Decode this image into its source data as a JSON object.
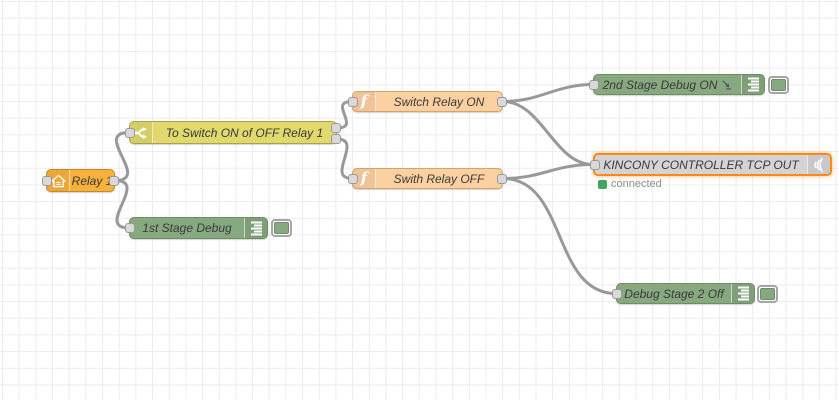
{
  "app": {
    "name": "flow-editor-canvas",
    "background": "#ffffff",
    "grid_color": "#ecebf0",
    "wire_color": "#999999",
    "port_color": "#d9d9d9",
    "selection_color": "#ff8818"
  },
  "nodes": [
    {
      "id": "relay-1",
      "type": "home-assistant-entity",
      "label": "Relay 1",
      "color": "#f9b13c",
      "icon": "home-icon"
    },
    {
      "id": "switch-1",
      "type": "switch",
      "label": "To Switch ON of OFF Relay 1",
      "color": "#e2d96e",
      "icon": "switch-icon"
    },
    {
      "id": "debug-1",
      "type": "debug",
      "label": "1st Stage Debug",
      "color": "#87a980",
      "icon": "debug-icon",
      "enabled": true
    },
    {
      "id": "function-on",
      "type": "function",
      "label": "Switch Relay ON",
      "color": "#fdd0a2",
      "icon": "function-icon"
    },
    {
      "id": "function-off",
      "type": "function",
      "label": "Swith Relay OFF",
      "color": "#fdd0a2",
      "icon": "function-icon"
    },
    {
      "id": "debug-2",
      "type": "debug",
      "label": "2nd Stage Debug ON",
      "color": "#87a980",
      "icon": "debug-icon",
      "enabled": true
    },
    {
      "id": "kincony",
      "type": "tcp-out",
      "label": "KINCONY CONTROLLER TCP OUT",
      "color": "#d4d4d4",
      "icon": "broadcast-icon",
      "selected": true,
      "status": {
        "text": "connected",
        "color": "#3fa561"
      }
    },
    {
      "id": "debug-3",
      "type": "debug",
      "label": "Debug Stage 2 Off",
      "color": "#87a980",
      "icon": "debug-icon",
      "enabled": true
    }
  ],
  "wires": [
    {
      "from": "relay-1",
      "to": "switch-1"
    },
    {
      "from": "relay-1",
      "to": "debug-1"
    },
    {
      "from": "switch-1:output-1",
      "to": "function-on"
    },
    {
      "from": "switch-1:output-2",
      "to": "function-off"
    },
    {
      "from": "function-on",
      "to": "debug-2"
    },
    {
      "from": "function-on",
      "to": "kincony"
    },
    {
      "from": "function-off",
      "to": "kincony"
    },
    {
      "from": "function-off",
      "to": "debug-3"
    }
  ]
}
